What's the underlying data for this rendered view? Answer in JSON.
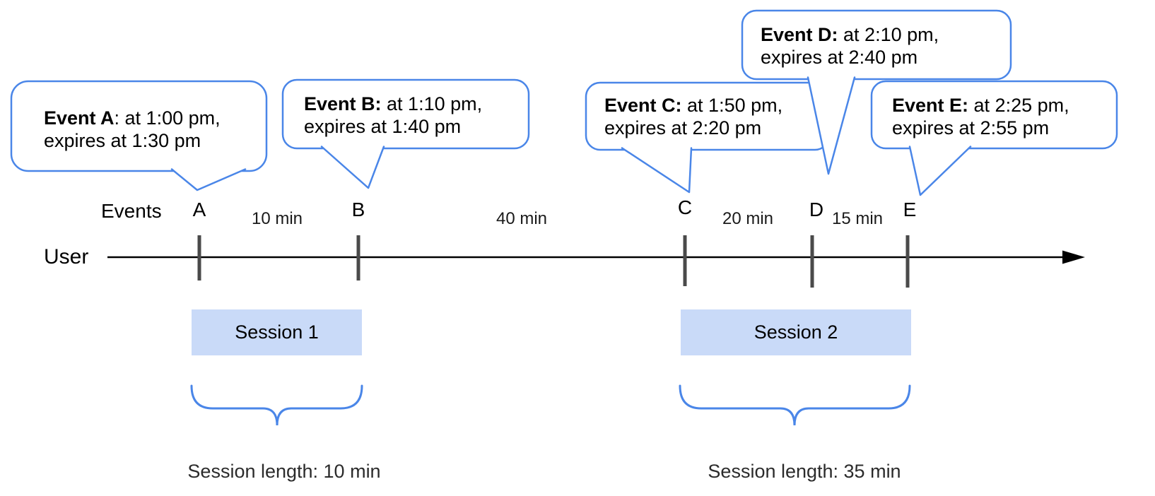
{
  "diagram": {
    "axes": {
      "events_label": "Events",
      "user_label": "User"
    },
    "events": [
      {
        "label": "A",
        "bold": "Event A",
        "rest": ": at 1:00 pm,",
        "line2": "expires at 1:30 pm"
      },
      {
        "label": "B",
        "bold": "Event B:",
        "rest": " at 1:10 pm,",
        "line2": "expires at 1:40 pm"
      },
      {
        "label": "C",
        "bold": "Event C:",
        "rest": " at 1:50 pm,",
        "line2": "expires at 2:20 pm"
      },
      {
        "label": "D",
        "bold": "Event D:",
        "rest": " at 2:10 pm,",
        "line2": "expires at 2:40 pm"
      },
      {
        "label": "E",
        "bold": "Event E:",
        "rest": " at 2:25 pm,",
        "line2": "expires at 2:55 pm"
      }
    ],
    "gaps": [
      {
        "label": "10 min"
      },
      {
        "label": "40 min"
      },
      {
        "label": "20 min"
      },
      {
        "label": "15 min"
      }
    ],
    "sessions": [
      {
        "label": "Session 1",
        "length_label": "Session length: 10 min"
      },
      {
        "label": "Session 2",
        "length_label": "Session length: 35 min"
      }
    ],
    "colors": {
      "callout_border": "#4a86e8",
      "brace": "#4a86e8",
      "session_fill": "#c9daf8",
      "timeline": "#000000",
      "tick": "#4a4a4a"
    }
  }
}
